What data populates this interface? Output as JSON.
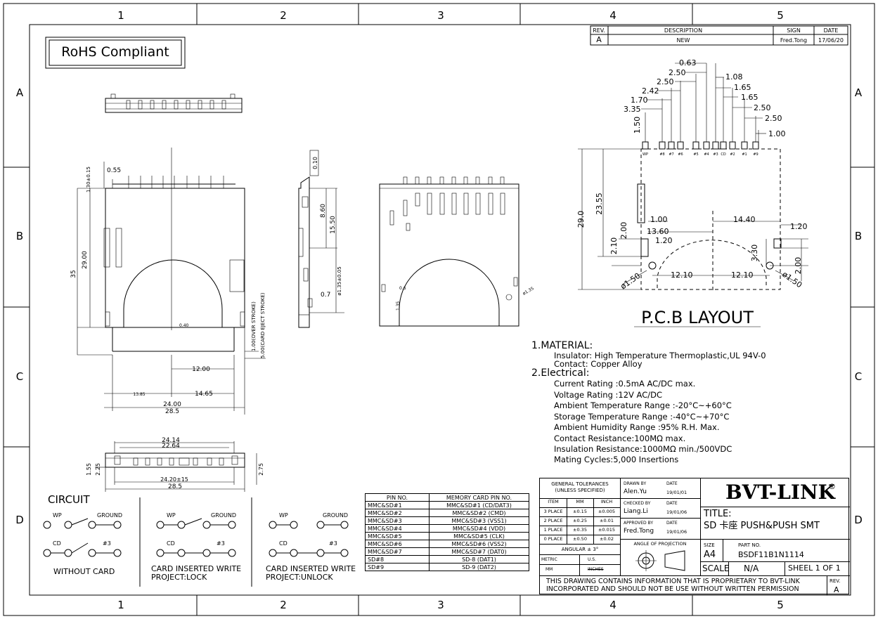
{
  "frame": {
    "columns": [
      "1",
      "2",
      "3",
      "4",
      "5"
    ],
    "rows": [
      "A",
      "B",
      "C",
      "D"
    ]
  },
  "rohs": "RoHS Compliant",
  "revision_table": {
    "headers": [
      "REV.",
      "DESCRIPTION",
      "SIGN",
      "DATE"
    ],
    "row": [
      "A",
      "NEW",
      "Fred.Tong",
      "17/06/20"
    ]
  },
  "pcb": {
    "title": "P.C.B LAYOUT",
    "top_dims": [
      "0.63",
      "2.50",
      "2.50",
      "2.42",
      "1.70",
      "3.35",
      "1.08",
      "1.65",
      "1.65",
      "2.50",
      "2.50",
      "1.00"
    ],
    "left_dim": "1.50",
    "pin_labels": [
      "WP",
      "#8",
      "#7",
      "#6",
      "#5",
      "#4",
      "#3",
      "CD",
      "#2",
      "#1",
      "#9"
    ],
    "dims": {
      "height_total": "29.0",
      "height_inner": "23.55",
      "d_100": "1.00",
      "d_1360": "13.60",
      "d_1440": "14.40",
      "d_120_right": "1.20",
      "d_200_left": "2.00",
      "d_210": "2.10",
      "d_120_left": "1.20",
      "d_330": "3.30",
      "d_200_right": "2.00",
      "d_1210_left": "12.10",
      "d_1210_right": "12.10",
      "d_phi_left": "ø1.50",
      "d_phi_right": "ø1.50"
    }
  },
  "side_view": {
    "dims": {
      "d_010": "0.10",
      "d_860": "8.60",
      "d_1550": "15.50",
      "d_135": "ø1.35±0.05",
      "d_07": "0.7"
    }
  },
  "front_view": {
    "dims": {
      "d_130": "1.30±0.15",
      "d_055": "0.55",
      "d_2900": "29.00",
      "d_35": "35",
      "d_040": "0.40",
      "d_overstroke": "1.00(OVER STROKE)",
      "d_eject": "5.00(CARD EJECT STROKE)",
      "d_1200": "12.00",
      "d_1385": "13.85",
      "d_1465": "14.65",
      "d_2400": "24.00",
      "d_285": "28.5"
    }
  },
  "back_view": {
    "dims": {
      "d_06": "0.6",
      "d_125": "1.35",
      "d_phi135": "ø1.35"
    }
  },
  "bottom_view": {
    "dims": {
      "d_2414": "24.14",
      "d_2264": "22.64",
      "d_155": "1.55",
      "d_225": "2.25",
      "d_2420": "24.20±15",
      "d_285": "28.5",
      "d_275": "2.75"
    }
  },
  "specs": {
    "material_header": "1.MATERIAL:",
    "material": [
      "Insulator: High Temperature Thermoplastic,UL 94V-0",
      "Contact: Copper Alloy"
    ],
    "electrical_header": "2.Electrical:",
    "electrical": [
      "Current Rating :0.5mA AC/DC max.",
      "Voltage Rating :12V AC/DC",
      "Ambient Temperature Range :-20°C~+60°C",
      "Storage Temperature Range :-40°C~+70°C",
      "Ambient Humidity Range :95% R.H. Max.",
      "Contact Resistance:100MΩ   max.",
      "Insulation Resistance:1000MΩ   min./500VDC",
      "Mating Cycles:5,000 Insertions"
    ]
  },
  "circuit": {
    "title": "CIRCUIT",
    "labels": {
      "wp": "WP",
      "ground": "GROUND",
      "cd": "CD",
      "pin3": "#3"
    },
    "captions": [
      "WITHOUT CARD",
      "CARD INSERTED WRITE\nPROJECT:LOCK",
      "CARD INSERTED WRITE\nPROJECT:UNLOCK"
    ]
  },
  "pin_table": {
    "headers": [
      "PIN NO.",
      "MEMORY CARD PIN NO."
    ],
    "rows": [
      [
        "MMC&SD#1",
        "MMC&SD#1   (CD/DAT3)"
      ],
      [
        "MMC&SD#2",
        "MMC&SD#2   (CMD)"
      ],
      [
        "MMC&SD#3",
        "MMC&SD#3   (VSS1)"
      ],
      [
        "MMC&SD#4",
        "MMC&SD#4   (VDD)"
      ],
      [
        "MMC&SD#5",
        "MMC&SD#5   (CLK)"
      ],
      [
        "MMC&SD#6",
        "MMC&SD#6   (VSS2)"
      ],
      [
        "MMC&SD#7",
        "MMC&SD#7   (DAT0)"
      ],
      [
        "SD#8",
        "SD-8   (DAT1)"
      ],
      [
        "SD#9",
        "SD-9   (DAT2)"
      ]
    ]
  },
  "title_block": {
    "tol_header": "GENERAL TOLERANCES\n(UNLESS SPECIFIED)",
    "tol_cols": [
      "ITEM",
      "MM",
      "INCH"
    ],
    "tol_rows": [
      [
        "3 PLACE",
        "±0.15",
        "±0.005"
      ],
      [
        "2 PLACE",
        "±0.25",
        "±0.01"
      ],
      [
        "1 PLACE",
        "±0.35",
        "±0.015"
      ],
      [
        "0 PLACE",
        "±0.50",
        "±0.02"
      ]
    ],
    "angular": "ANGULAR ± 3°",
    "metric": "METRIC",
    "us": "U.S.",
    "mm": "MM",
    "inches": "INCHES",
    "drawn_by_label": "DRAWN BY",
    "drawn_by": "Alen.Yu",
    "drawn_date": "19/01/01",
    "checked_by_label": "CHECKED BY",
    "checked_by": "Liang.Li",
    "checked_date": "19/01/06",
    "approved_by_label": "APPROVED BY",
    "approved_by": "Fred.Tong",
    "approved_date": "19/01/06",
    "date_label": "DATE",
    "company": "BVT-LINK",
    "reg": "®",
    "title_label": "TITLE:",
    "title": "SD 卡座 PUSH&PUSH SMT",
    "projection_label": "ANGLE OF PROJECTION",
    "size_label": "SIZE",
    "size": "A4",
    "part_label": "PART NO.",
    "part_no": "BSDF11B1N1114",
    "scale_label": "SCALE",
    "scale": "N/A",
    "sheet": "SHEEL 1 OF 1",
    "notice": "THIS DRAWING CONTAINS INFORMATION THAT IS PROPRIETARY TO BVT-LINK\nINCORPORATED AND SHOULD NOT BE USE WITHOUT WRITTEN PERMISSION",
    "rev_label": "REV.",
    "rev": "A"
  }
}
